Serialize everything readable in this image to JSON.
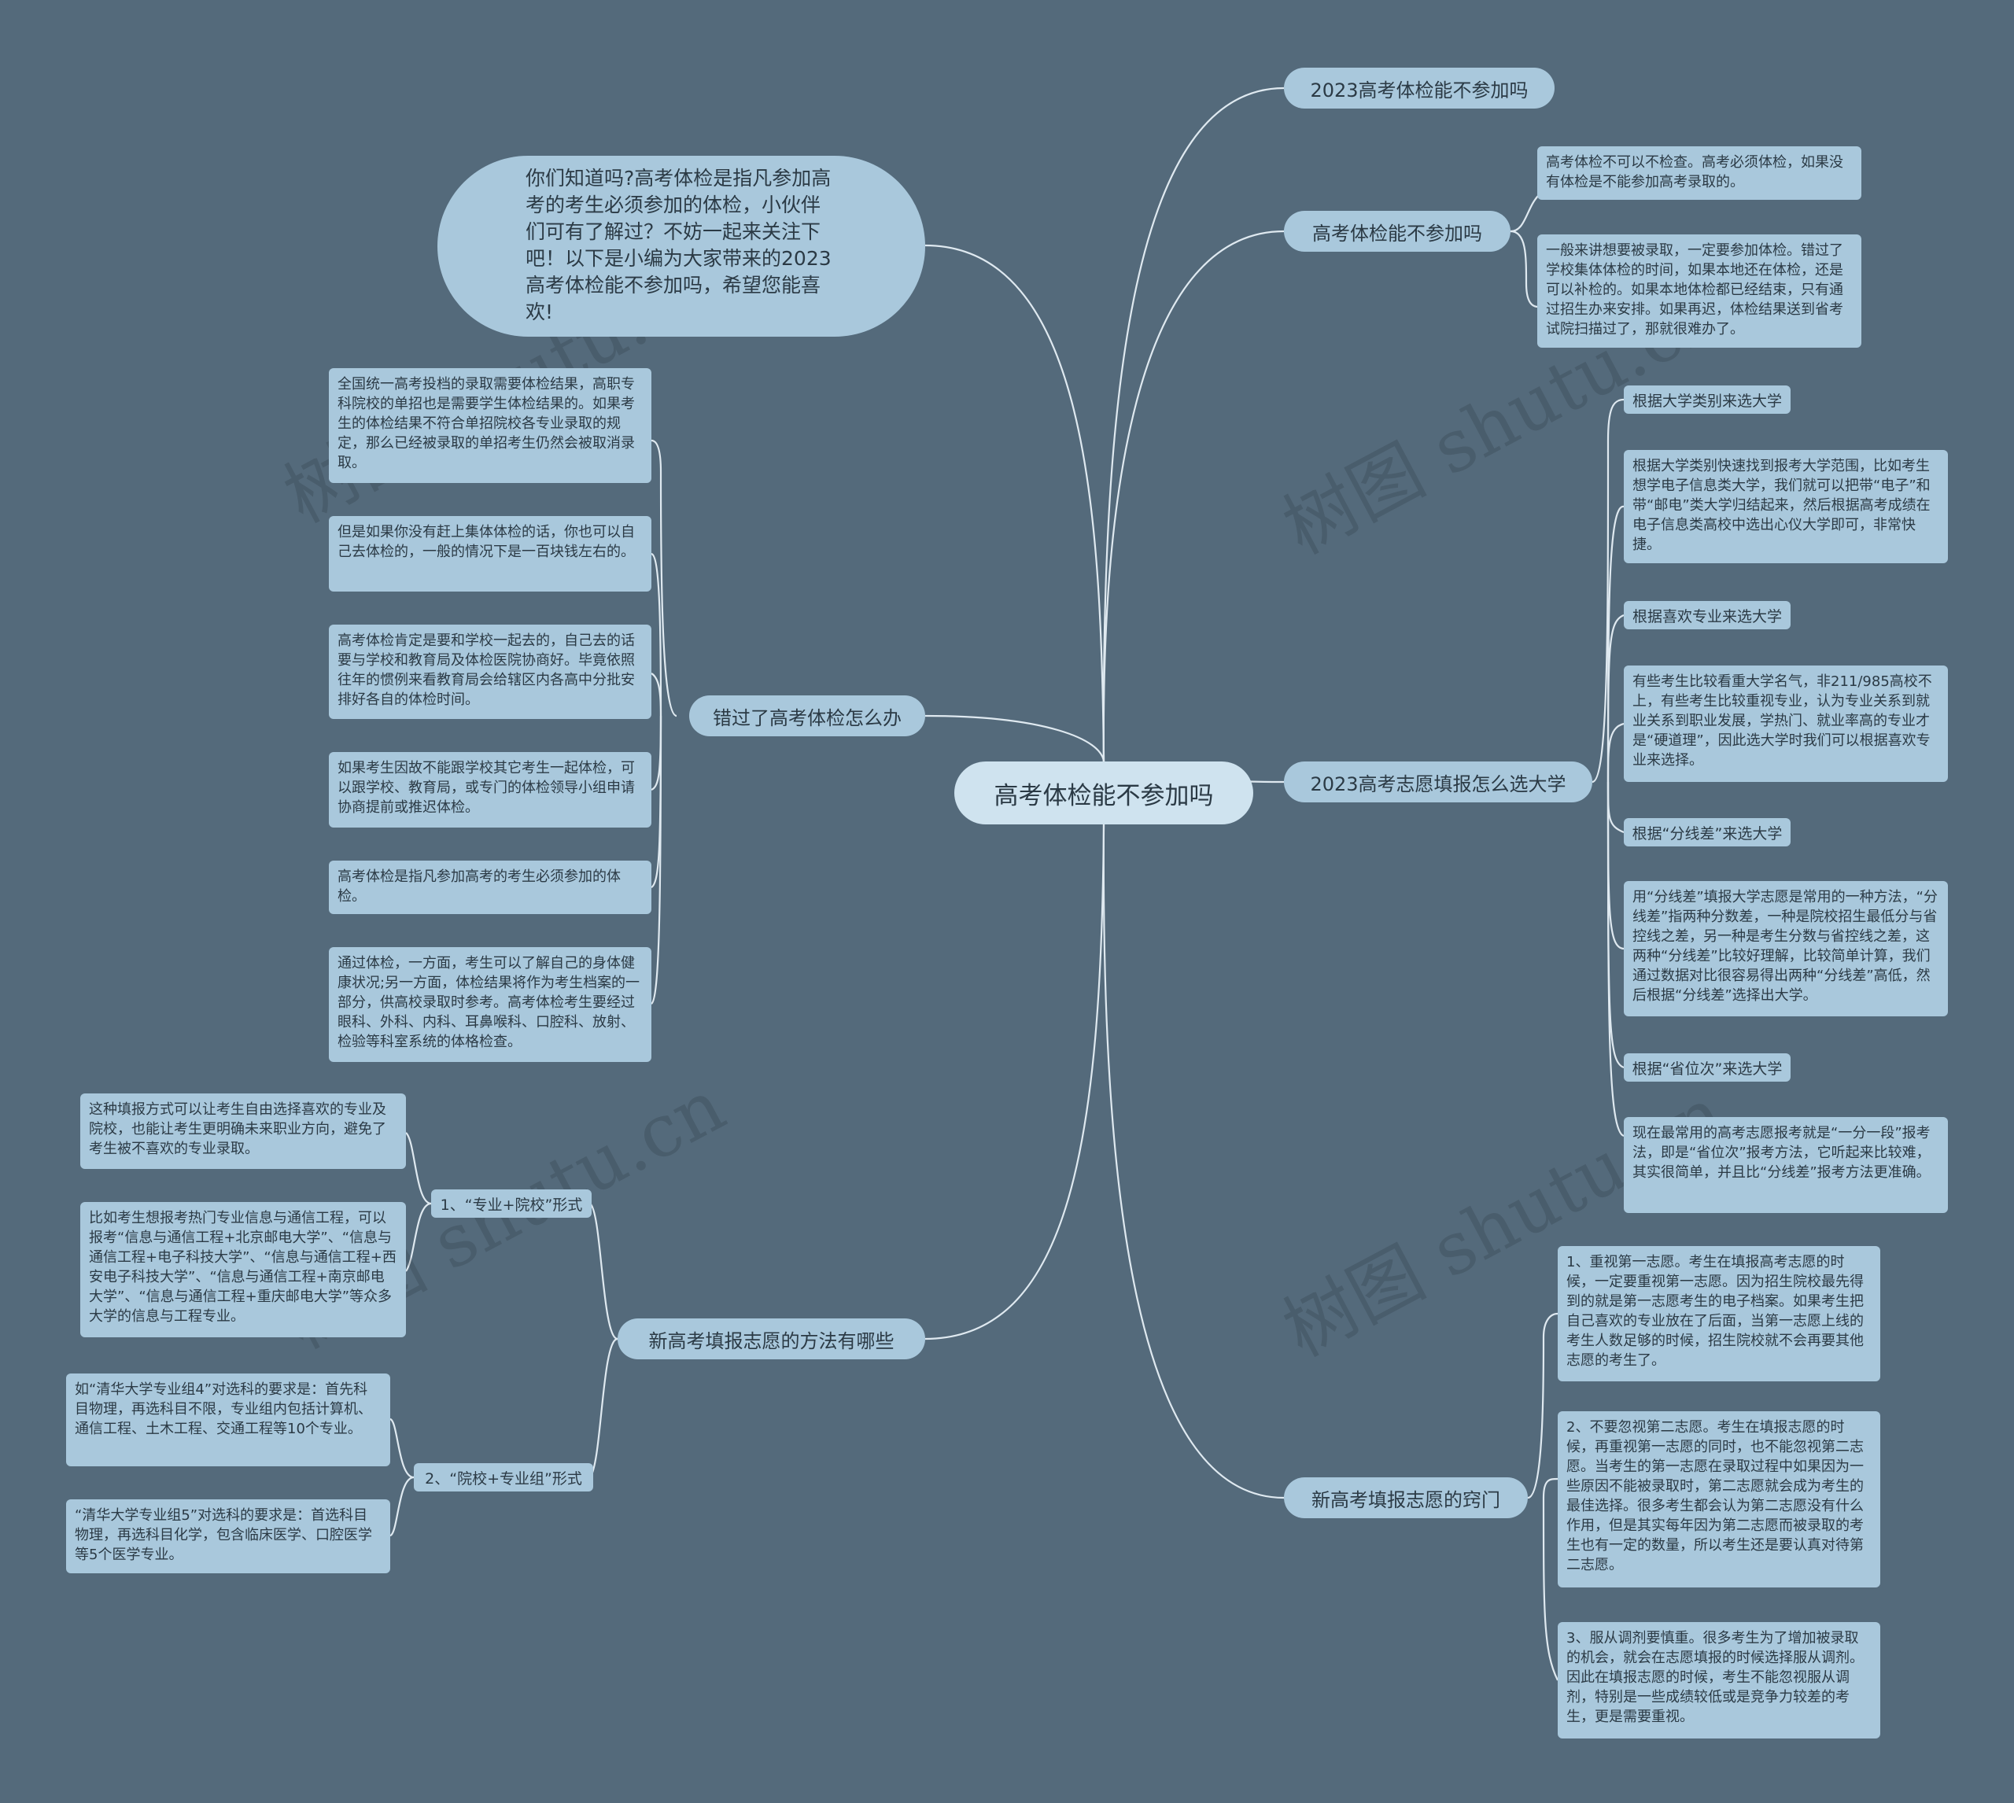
{
  "root": "高考体检能不参加吗",
  "intro": "你们知道吗?高考体检是指凡参加高考的考生必须参加的体检，小伙伴们可有了解过？不妨一起来关注下吧！以下是小编为大家带来的2023高考体检能不参加吗，希望您能喜欢!",
  "right": {
    "b1": "2023高考体检能不参加吗",
    "b2": {
      "label": "高考体检能不参加吗",
      "items": [
        "高考体检不可以不检查。高考必须体检，如果没有体检是不能参加高考录取的。",
        "一般来讲想要被录取，一定要参加体检。错过了学校集体体检的时间，如果本地还在体检，还是可以补检的。如果本地体检都已经结束，只有通过招生办来安排。如果再迟，体检结果送到省考试院扫描过了，那就很难办了。"
      ]
    },
    "b3": {
      "label": "2023高考志愿填报怎么选大学",
      "items": [
        "根据大学类别来选大学",
        "根据大学类别快速找到报考大学范围，比如考生想学电子信息类大学，我们就可以把带“电子”和带“邮电”类大学归结起来，然后根据高考成绩在电子信息类高校中选出心仪大学即可，非常快捷。",
        "根据喜欢专业来选大学",
        "有些考生比较看重大学名气，非211/985高校不上，有些考生比较重视专业，认为专业关系到就业关系到职业发展，学热门、就业率高的专业才是“硬道理”，因此选大学时我们可以根据喜欢专业来选择。",
        "根据“分线差”来选大学",
        "用“分线差”填报大学志愿是常用的一种方法，“分线差”指两种分数差，一种是院校招生最低分与省控线之差，另一种是考生分数与省控线之差，这两种“分线差”比较好理解，比较简单计算，我们通过数据对比很容易得出两种“分线差”高低，然后根据“分线差”选择出大学。",
        "根据“省位次”来选大学",
        "现在最常用的高考志愿报考就是“一分一段”报考法，即是“省位次”报考方法，它听起来比较难，其实很简单，并且比“分线差”报考方法更准确。"
      ]
    },
    "b4": {
      "label": "新高考填报志愿的窍门",
      "items": [
        "1、重视第一志愿。考生在填报高考志愿的时候，一定要重视第一志愿。因为招生院校最先得到的就是第一志愿考生的电子档案。如果考生把自己喜欢的专业放在了后面，当第一志愿上线的考生人数足够的时候，招生院校就不会再要其他志愿的考生了。",
        "2、不要忽视第二志愿。考生在填报志愿的时候，再重视第一志愿的同时，也不能忽视第二志愿。当考生的第一志愿在录取过程中如果因为一些原因不能被录取时，第二志愿就会成为考生的最佳选择。很多考生都会认为第二志愿没有什么作用，但是其实每年因为第二志愿而被录取的考生也有一定的数量，所以考生还是要认真对待第二志愿。",
        "3、服从调剂要慎重。很多考生为了增加被录取的机会，就会在志愿填报的时候选择服从调剂。因此在填报志愿的时候，考生不能忽视服从调剂，特别是一些成绩较低或是竞争力较差的考生，更是需要重视。"
      ]
    }
  },
  "left": {
    "b5": {
      "label": "错过了高考体检怎么办",
      "items": [
        "全国统一高考投档的录取需要体检结果，高职专科院校的单招也是需要学生体检结果的。如果考生的体检结果不符合单招院校各专业录取的规定，那么已经被录取的单招考生仍然会被取消录取。",
        "但是如果你没有赶上集体体检的话，你也可以自己去体检的，一般的情况下是一百块钱左右的。",
        "高考体检肯定是要和学校一起去的，自己去的话要与学校和教育局及体检医院协商好。毕竟依照往年的惯例来看教育局会给辖区内各高中分批安排好各自的体检时间。",
        "如果考生因故不能跟学校其它考生一起体检，可以跟学校、教育局，或专门的体检领导小组申请协商提前或推迟体检。",
        "高考体检是指凡参加高考的考生必须参加的体检。",
        "通过体检，一方面，考生可以了解自己的身体健康状况;另一方面，体检结果将作为考生档案的一部分，供高校录取时参考。高考体检考生要经过眼科、外科、内科、耳鼻喉科、口腔科、放射、检验等科室系统的体格检查。"
      ]
    },
    "b6": {
      "label": "新高考填报志愿的方法有哪些",
      "s1": {
        "label": "1、“专业+院校”形式",
        "items": [
          "这种填报方式可以让考生自由选择喜欢的专业及院校，也能让考生更明确未来职业方向，避免了考生被不喜欢的专业录取。",
          "比如考生想报考热门专业信息与通信工程，可以报考“信息与通信工程+北京邮电大学”、“信息与通信工程+电子科技大学”、“信息与通信工程+西安电子科技大学”、“信息与通信工程+南京邮电大学”、“信息与通信工程+重庆邮电大学”等众多大学的信息与工程专业。"
        ]
      },
      "s2": {
        "label": "2、“院校+专业组”形式",
        "items": [
          "如“清华大学专业组4”对选科的要求是：首先科目物理，再选科目不限，专业组内包括计算机、通信工程、土木工程、交通工程等10个专业。",
          "“清华大学专业组5”对选科的要求是：首选科目物理，再选科目化学，包含临床医学、口腔医学等5个医学专业。"
        ]
      }
    }
  },
  "watermark": "树图 shutu.cn",
  "colors": {
    "background": "#546a7b",
    "node": "#a9c8dc",
    "root": "#cfe3ef",
    "line": "#dfe9f0"
  }
}
